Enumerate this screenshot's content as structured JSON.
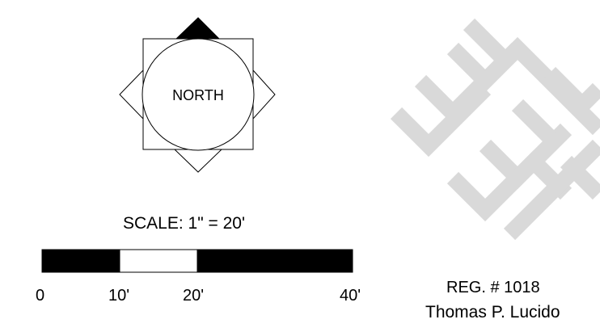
{
  "compass": {
    "label": "NORTH",
    "icon": "north-arrow-icon"
  },
  "scale": {
    "title": "SCALE: 1\" = 20'",
    "ticks": [
      "0",
      "10'",
      "20'",
      "40'"
    ]
  },
  "stamp": {
    "registration": "REG. # 1018",
    "name": "Thomas P. Lucido",
    "watermark_icon": "zigzag-watermark-icon",
    "watermark_color": "#d9d9d9"
  }
}
